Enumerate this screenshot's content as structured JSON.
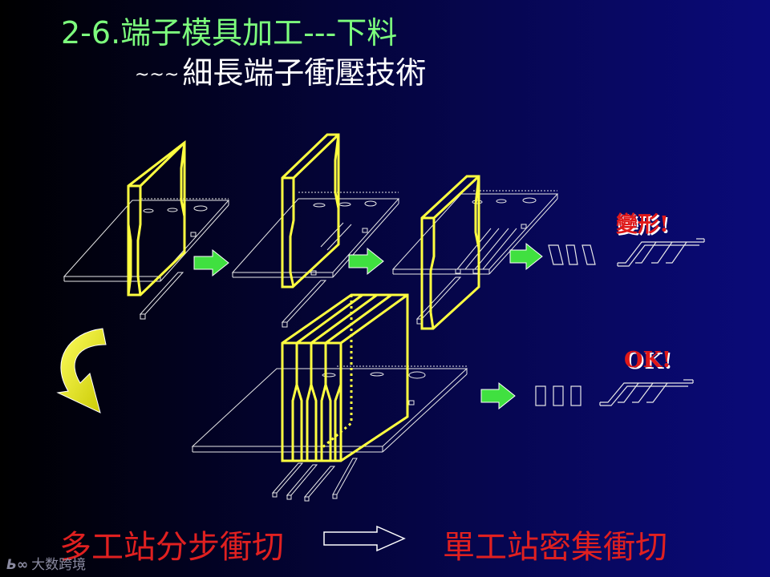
{
  "slide": {
    "title": "2-6.端子模具加工---下料",
    "subtitle_prefix": "~~~",
    "subtitle": "細長端子衝壓技術",
    "label_deform": "變形!",
    "label_ok": "OK!",
    "bottom_left": "多工站分步衝切",
    "bottom_right": "單工站密集衝切",
    "watermark_logo": "Ь∞",
    "watermark_text": "大数跨境"
  },
  "colors": {
    "punch": "#ffff40",
    "sheet": "#e8e8e8",
    "arrow_green": "#40e040",
    "curved_arrow": "#f0f000",
    "title_green": "#7dff7d",
    "red_text": "#e02020"
  }
}
